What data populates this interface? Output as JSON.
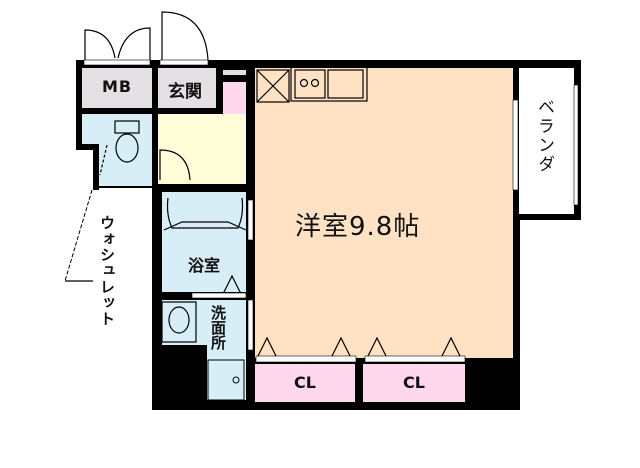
{
  "floorplan": {
    "colors": {
      "wall": "#000000",
      "western_room": "#ffe2c4",
      "closet": "#ffd8ee",
      "bath": "#d8eef7",
      "entrance": "#e4dfe3",
      "hallway": "#fffcd8",
      "balcony": "#ffffff"
    },
    "rooms": {
      "mb": "MB",
      "entrance": "玄関",
      "western_room": "洋室9.8帖",
      "balcony": "ベランダ",
      "bathroom": "浴室",
      "washroom": "洗面所",
      "closet_1": "CL",
      "closet_2": "CL"
    },
    "annotations": {
      "washlet": "ウォシュレット"
    },
    "fixtures": [
      "toilet",
      "bathtub",
      "washbasin",
      "washing-machine-space",
      "kitchen-stove",
      "kitchen-sink",
      "refrigerator-space"
    ]
  }
}
